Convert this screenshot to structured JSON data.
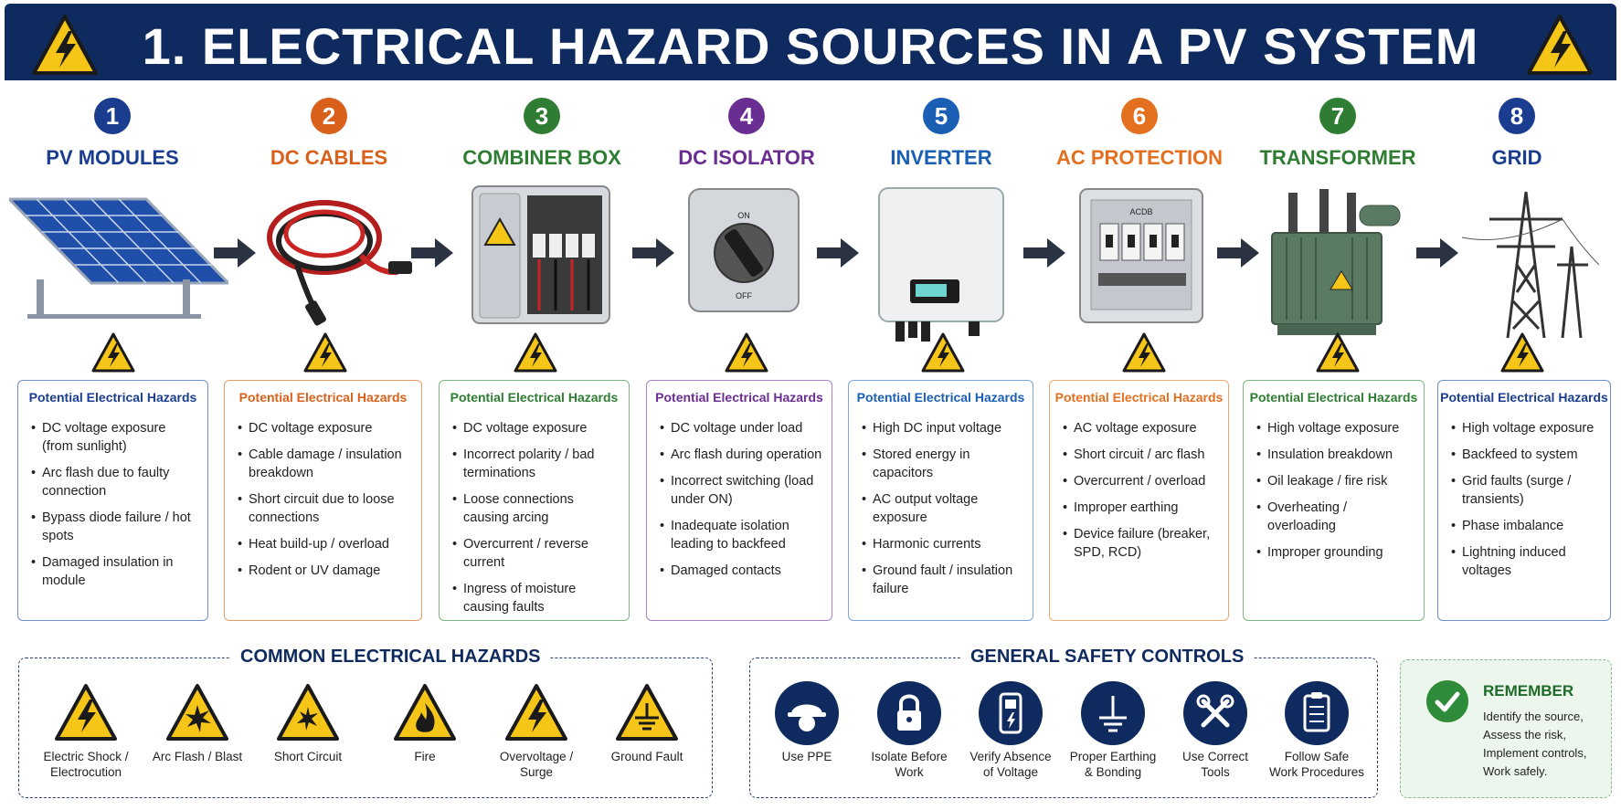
{
  "header": {
    "title": "1. ELECTRICAL HAZARD SOURCES IN A PV SYSTEM"
  },
  "colors": {
    "navy": "#0f2a5e",
    "warning_yellow": "#f5c518",
    "remember_green": "#2e8b3a"
  },
  "hazard_box_heading": "Potential Electrical Hazards",
  "steps": [
    {
      "num": "1",
      "title": "PV MODULES",
      "color": "#1a3d8f",
      "icon": "solar-panel-array",
      "hazards": [
        "DC voltage exposure (from sunlight)",
        "Arc flash due to faulty connection",
        "Bypass diode failure / hot spots",
        "Damaged insulation in module"
      ]
    },
    {
      "num": "2",
      "title": "DC CABLES",
      "color": "#d9601a",
      "icon": "dc-cable-coil",
      "hazards": [
        "DC voltage exposure",
        "Cable damage / insulation breakdown",
        "Short circuit due to loose connections",
        "Heat build-up / overload",
        "Rodent or UV damage"
      ]
    },
    {
      "num": "3",
      "title": "COMBINER BOX",
      "color": "#2e7d32",
      "icon": "combiner-box",
      "hazards": [
        "DC voltage exposure",
        "Incorrect polarity / bad terminations",
        "Loose connections causing arcing",
        "Overcurrent / reverse current",
        "Ingress of moisture causing faults"
      ]
    },
    {
      "num": "4",
      "title": "DC ISOLATOR",
      "color": "#6a2d91",
      "icon": "dc-isolator-switch",
      "switch_on": "ON",
      "switch_off": "OFF",
      "hazards": [
        "DC voltage under load",
        "Arc flash during operation",
        "Incorrect switching (load under ON)",
        "Inadequate isolation leading to backfeed",
        "Damaged contacts"
      ]
    },
    {
      "num": "5",
      "title": "INVERTER",
      "color": "#1a5fb4",
      "icon": "inverter",
      "hazards": [
        "High DC input voltage",
        "Stored energy in capacitors",
        "AC output voltage exposure",
        "Harmonic currents",
        "Ground fault / insulation failure"
      ]
    },
    {
      "num": "6",
      "title": "AC PROTECTION",
      "color": "#e3701f",
      "icon": "ac-protection-panel",
      "panel_label": "ACDB",
      "hazards": [
        "AC voltage exposure",
        "Short circuit / arc flash",
        "Overcurrent / overload",
        "Improper earthing",
        "Device failure (breaker, SPD, RCD)"
      ]
    },
    {
      "num": "7",
      "title": "TRANSFORMER",
      "color": "#2e7d32",
      "icon": "transformer",
      "hazards": [
        "High voltage exposure",
        "Insulation breakdown",
        "Oil leakage / fire risk",
        "Overheating / overloading",
        "Improper grounding"
      ]
    },
    {
      "num": "8",
      "title": "GRID",
      "color": "#1a3d8f",
      "icon": "transmission-tower",
      "hazards": [
        "High voltage exposure",
        "Backfeed to system",
        "Grid faults (surge / transients)",
        "Phase imbalance",
        "Lightning induced voltages"
      ]
    }
  ],
  "common_hazards": {
    "title": "COMMON ELECTRICAL HAZARDS",
    "items": [
      {
        "label1": "Electric Shock /",
        "label2": "Electrocution",
        "icon": "lightning-bolt"
      },
      {
        "label1": "Arc Flash / Blast",
        "label2": "",
        "icon": "arc-flash-burst"
      },
      {
        "label1": "Short Circuit",
        "label2": "",
        "icon": "short-circuit-spark"
      },
      {
        "label1": "Fire",
        "label2": "",
        "icon": "fire"
      },
      {
        "label1": "Overvoltage /",
        "label2": "Surge",
        "icon": "overvoltage-bolt"
      },
      {
        "label1": "Ground Fault",
        "label2": "",
        "icon": "ground-symbol"
      }
    ]
  },
  "safety_controls": {
    "title": "GENERAL SAFETY CONTROLS",
    "items": [
      {
        "label1": "Use PPE",
        "label2": "",
        "icon": "hard-hat-worker"
      },
      {
        "label1": "Isolate Before",
        "label2": "Work",
        "icon": "padlock"
      },
      {
        "label1": "Verify Absence",
        "label2": "of Voltage",
        "icon": "voltage-tester"
      },
      {
        "label1": "Proper Earthing",
        "label2": "& Bonding",
        "icon": "earth-rod"
      },
      {
        "label1": "Use Correct",
        "label2": "Tools",
        "icon": "crossed-tools"
      },
      {
        "label1": "Follow Safe",
        "label2": "Work Procedures",
        "icon": "clipboard-checklist"
      }
    ]
  },
  "remember": {
    "title": "REMEMBER",
    "lines": [
      "Identify the source,",
      "Assess the risk,",
      "Implement controls,",
      "Work safely."
    ]
  }
}
